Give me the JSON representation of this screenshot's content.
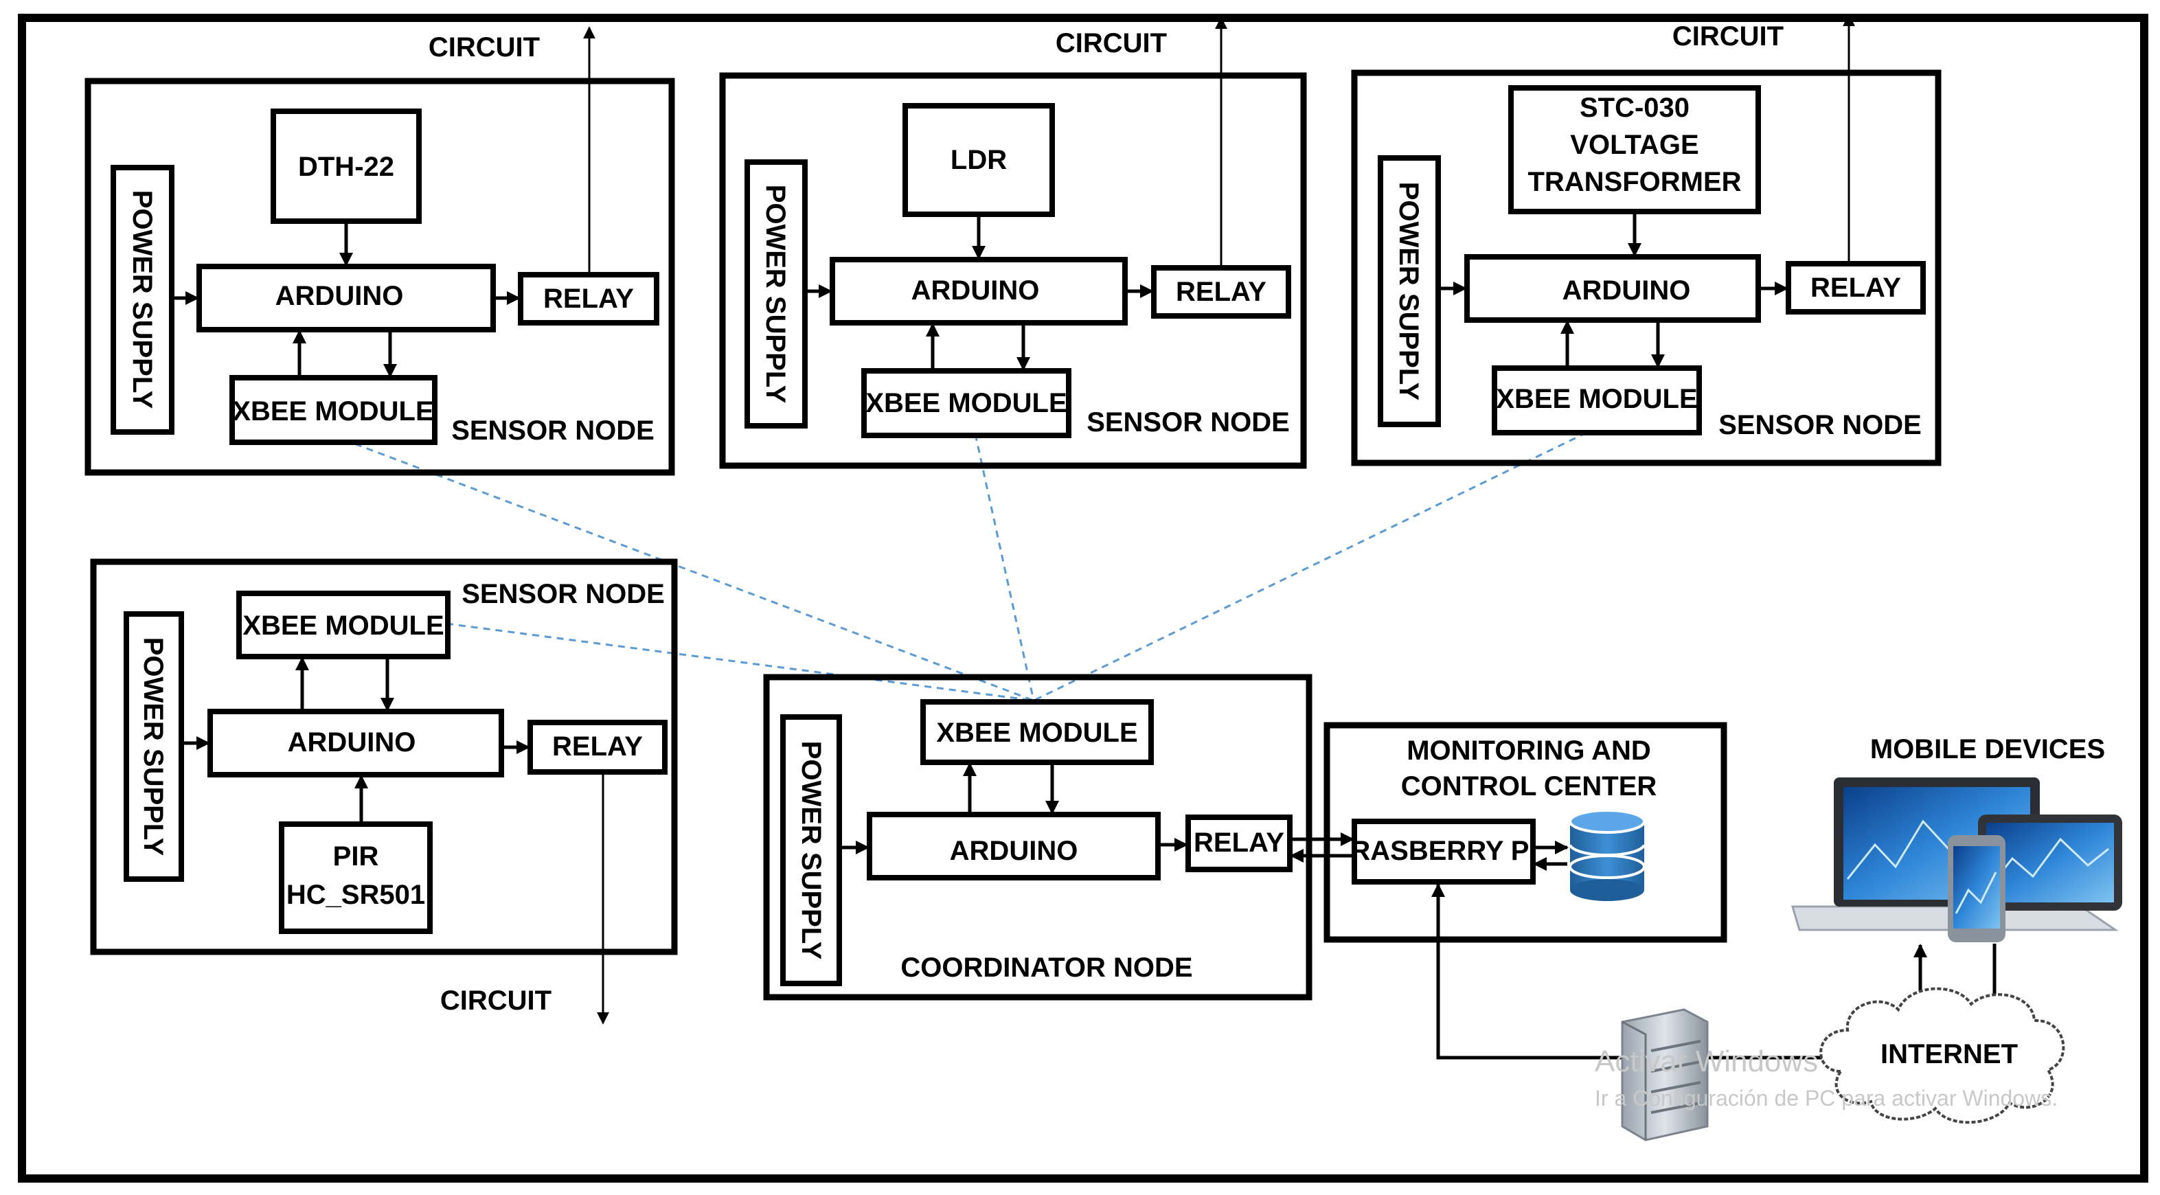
{
  "nodes": {
    "sensor_node_1": {
      "title": "SENSOR NODE",
      "power": "POWER  SUPPLY",
      "sensor": "DTH-22",
      "arduino": "ARDUINO",
      "relay": "RELAY",
      "xbee": "XBEE MODULE",
      "circuit": "CIRCUIT"
    },
    "sensor_node_2": {
      "title": "SENSOR NODE",
      "power": "POWER  SUPPLY",
      "sensor": "LDR",
      "arduino": "ARDUINO",
      "relay": "RELAY",
      "xbee": "XBEE MODULE",
      "circuit": "CIRCUIT"
    },
    "sensor_node_3": {
      "title": "SENSOR NODE",
      "power": "POWER  SUPPLY",
      "sensor_lines": [
        "STC-030",
        "VOLTAGE",
        "TRANSFORMER"
      ],
      "arduino": "ARDUINO",
      "relay": "RELAY",
      "xbee": "XBEE MODULE",
      "circuit": "CIRCUIT"
    },
    "sensor_node_4": {
      "title": "SENSOR NODE",
      "power": "POWER  SUPPLY",
      "sensor_lines": [
        "PIR",
        "HC_SR501"
      ],
      "arduino": "ARDUINO",
      "relay": "RELAY",
      "xbee": "XBEE MODULE",
      "circuit": "CIRCUIT"
    },
    "coordinator": {
      "title": "COORDINATOR NODE",
      "power": "POWER  SUPPLY",
      "arduino": "ARDUINO",
      "relay": "RELAY",
      "xbee": "XBEE MODULE"
    },
    "monitoring": {
      "title_lines": [
        "MONITORING AND",
        "CONTROL CENTER"
      ],
      "raspberry": "RASBERRY PI"
    },
    "mobile": {
      "title": "MOBILE DEVICES"
    },
    "internet": {
      "label": "INTERNET"
    }
  },
  "watermark": {
    "line1": "Activar Windows",
    "line2": "Ir a Configuración de PC para activar Windows."
  },
  "icons": [
    "database-icon",
    "laptop-tablet-phone-icon",
    "server-tower-icon",
    "cloud-icon"
  ],
  "colors": {
    "line": "#000000",
    "wireless_link": "#5b9bd5",
    "database": "#2e75b6",
    "watermark": "#c8c8c8"
  }
}
